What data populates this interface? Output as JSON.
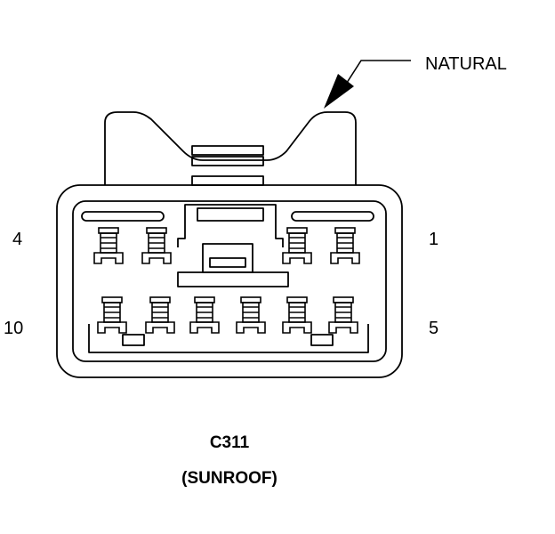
{
  "callout": {
    "text": "NATURAL"
  },
  "pin_labels": {
    "top_left": "4",
    "top_right": "1",
    "bottom_left": "10",
    "bottom_right": "5"
  },
  "connector": {
    "id": "C311",
    "description": "(SUNROOF)"
  },
  "colors": {
    "line": "#000000",
    "background": "#ffffff"
  }
}
